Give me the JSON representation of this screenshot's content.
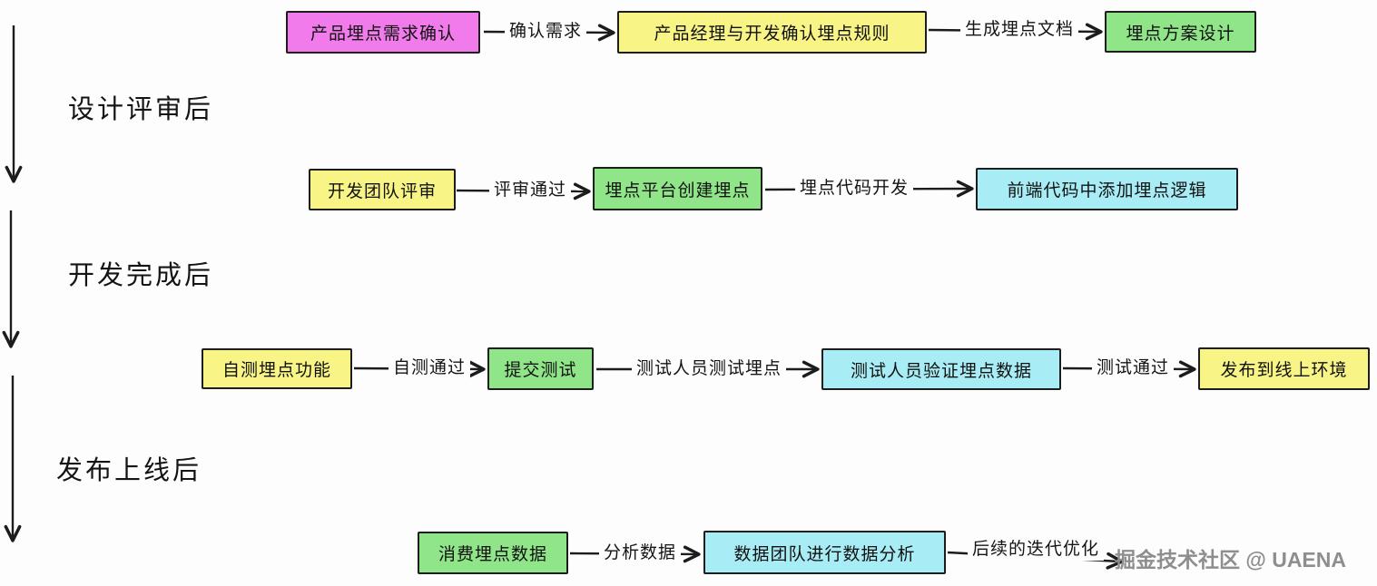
{
  "colors": {
    "pink": "#f17bea",
    "yellow": "#f8f586",
    "green": "#8fe588",
    "cyan": "#a8edf6",
    "line": "#1c1c1c",
    "background": "#fdfdfd",
    "watermark_gray": "#8e8e8e"
  },
  "phases": {
    "after_design_review": "设计评审后",
    "after_development": "开发完成后",
    "after_release": "发布上线后"
  },
  "flow": {
    "row1": {
      "node1": "产品埋点需求确认",
      "edge1": "确认需求",
      "node2": "产品经理与开发确认埋点规则",
      "edge2": "生成埋点文档",
      "node3": "埋点方案设计"
    },
    "row2": {
      "node1": "开发团队评审",
      "edge1": "评审通过",
      "node2": "埋点平台创建埋点",
      "edge2": "埋点代码开发",
      "node3": "前端代码中添加埋点逻辑"
    },
    "row3": {
      "node1": "自测埋点功能",
      "edge1": "自测通过",
      "node2": "提交测试",
      "edge2": "测试人员测试埋点",
      "node3": "测试人员验证埋点数据",
      "edge3": "测试通过",
      "node4": "发布到线上环境"
    },
    "row4": {
      "node1": "消费埋点数据",
      "edge1": "分析数据",
      "node2": "数据团队进行数据分析",
      "edge2": "后续的迭代优化"
    }
  },
  "watermark": "掘金技术社区 @ UAENA"
}
